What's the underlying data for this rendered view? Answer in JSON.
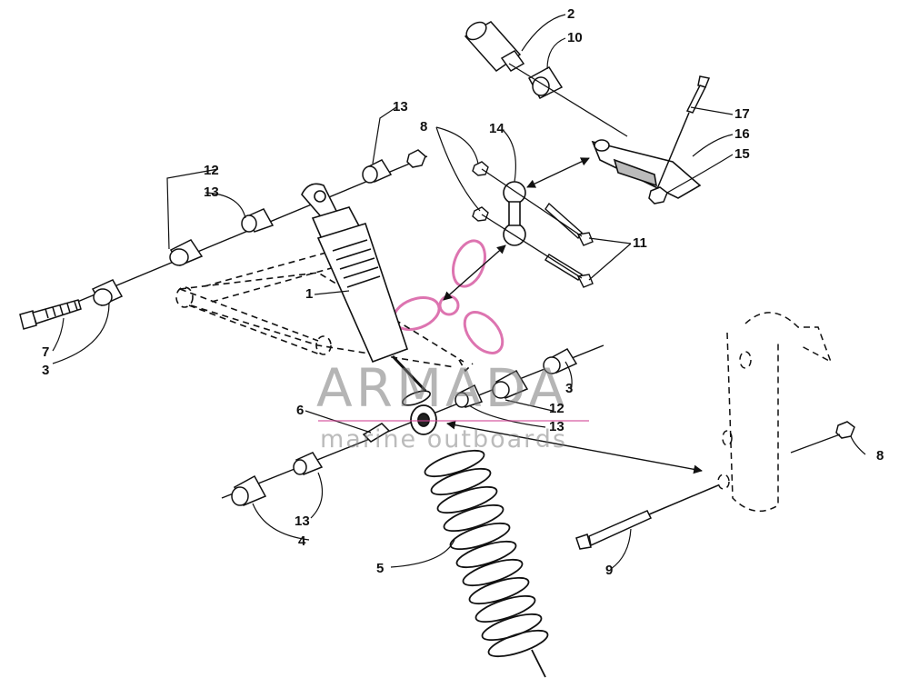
{
  "watermark": {
    "title": "ARMADA",
    "subtitle": "marine outboards",
    "accent_color": "#d24696"
  },
  "callouts": [
    {
      "id": "c2",
      "text": "2"
    },
    {
      "id": "c10",
      "text": "10"
    },
    {
      "id": "c17",
      "text": "17"
    },
    {
      "id": "c16",
      "text": "16"
    },
    {
      "id": "c15",
      "text": "15"
    },
    {
      "id": "c14",
      "text": "14"
    },
    {
      "id": "c8a",
      "text": "8"
    },
    {
      "id": "c13a",
      "text": "13"
    },
    {
      "id": "c12a",
      "text": "12"
    },
    {
      "id": "c13b",
      "text": "13"
    },
    {
      "id": "c11",
      "text": "11"
    },
    {
      "id": "c1",
      "text": "1"
    },
    {
      "id": "c7",
      "text": "7"
    },
    {
      "id": "c3a",
      "text": "3"
    },
    {
      "id": "c6",
      "text": "6"
    },
    {
      "id": "c3b",
      "text": "3"
    },
    {
      "id": "c12b",
      "text": "12"
    },
    {
      "id": "c13c",
      "text": "13"
    },
    {
      "id": "c13d",
      "text": "13"
    },
    {
      "id": "c4",
      "text": "4"
    },
    {
      "id": "c5",
      "text": "5"
    },
    {
      "id": "c8b",
      "text": "8"
    },
    {
      "id": "c9",
      "text": "9"
    }
  ]
}
